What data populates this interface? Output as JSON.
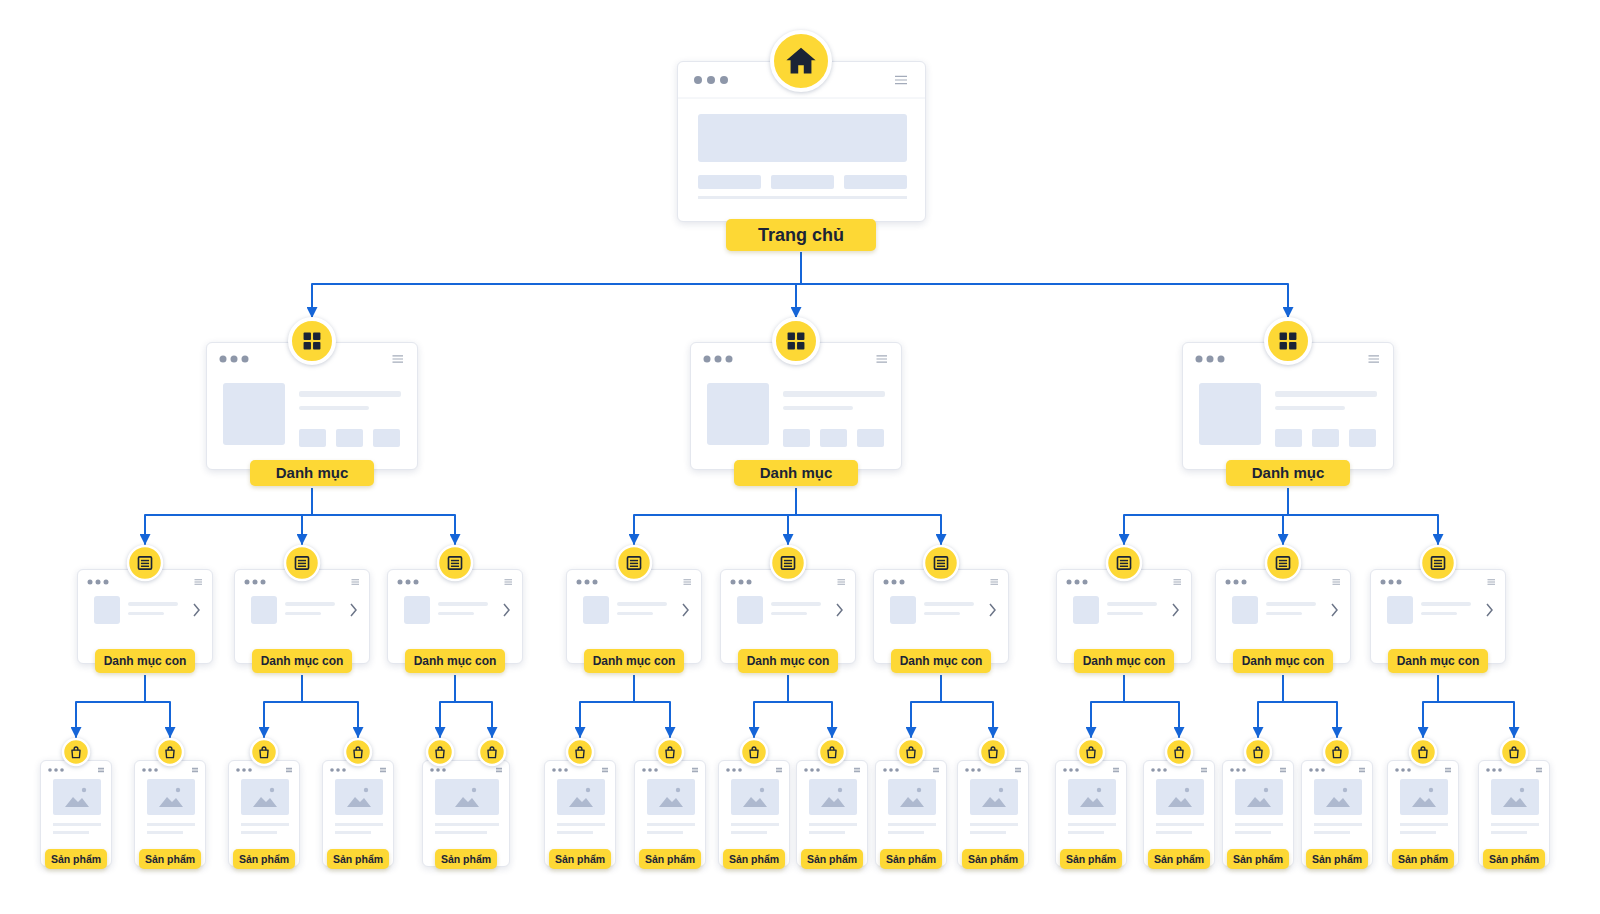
{
  "diagram": {
    "nodes": [
      {
        "text": [
          "Trang chủ"
        ]
      },
      {
        "text": [
          "Danh mục"
        ]
      },
      {
        "text": [
          "Danh mục"
        ]
      },
      {
        "text": [
          "Danh mục"
        ]
      },
      {
        "text": [
          "Danh mục con"
        ]
      },
      {
        "text": [
          "Danh mục con"
        ]
      },
      {
        "text": [
          "Danh mục con"
        ]
      },
      {
        "text": [
          "Danh mục con"
        ]
      },
      {
        "text": [
          "Danh mục con"
        ]
      },
      {
        "text": [
          "Danh mục con"
        ]
      },
      {
        "text": [
          "Danh mục con"
        ]
      },
      {
        "text": [
          "Danh mục con"
        ]
      },
      {
        "text": [
          "Danh mục con"
        ]
      },
      {
        "text": [
          "Sản phẩm"
        ]
      },
      {
        "text": [
          "Sản phẩm"
        ]
      },
      {
        "text": [
          "Sản phẩm"
        ]
      },
      {
        "text": [
          "Sản phẩm"
        ]
      },
      {
        "text": [
          "Sản phẩm"
        ]
      },
      {
        "text": [
          "Sản phẩm"
        ]
      },
      {
        "text": [
          "Sản phẩm"
        ]
      },
      {
        "text": [
          "Sản phẩm"
        ]
      },
      {
        "text": [
          "Sản phẩm"
        ]
      },
      {
        "text": [
          "Sản phẩm"
        ]
      },
      {
        "text": [
          "Sản phẩm"
        ]
      },
      {
        "text": [
          "Sản phẩm"
        ]
      },
      {
        "text": [
          "Sản phẩm"
        ]
      },
      {
        "text": [
          "Sản phẩm"
        ]
      },
      {
        "text": [
          "Sản phẩm"
        ]
      },
      {
        "text": [
          "Sản phẩm"
        ]
      },
      {
        "text": [
          "Sản phẩm"
        ]
      }
    ],
    "edges": [
      {
        "from": 0,
        "to": 1,
        "arrow": "to"
      },
      {
        "from": 0,
        "to": 2,
        "arrow": "to"
      },
      {
        "from": 0,
        "to": 3,
        "arrow": "to"
      },
      {
        "from": 1,
        "to": 4,
        "arrow": "to"
      },
      {
        "from": 1,
        "to": 5,
        "arrow": "to"
      },
      {
        "from": 1,
        "to": 6,
        "arrow": "to"
      },
      {
        "from": 2,
        "to": 7,
        "arrow": "to"
      },
      {
        "from": 2,
        "to": 8,
        "arrow": "to"
      },
      {
        "from": 2,
        "to": 9,
        "arrow": "to"
      },
      {
        "from": 3,
        "to": 10,
        "arrow": "to"
      },
      {
        "from": 3,
        "to": 11,
        "arrow": "to"
      },
      {
        "from": 3,
        "to": 12,
        "arrow": "to"
      },
      {
        "from": 4,
        "to": 13,
        "arrow": "to"
      },
      {
        "from": 4,
        "to": 14,
        "arrow": "to"
      },
      {
        "from": 5,
        "to": 15,
        "arrow": "to"
      },
      {
        "from": 5,
        "to": 16,
        "arrow": "to"
      },
      {
        "from": 6,
        "to": 17,
        "arrow": "to"
      },
      {
        "from": 6,
        "to": 17,
        "arrow": "to"
      },
      {
        "from": 7,
        "to": 18,
        "arrow": "to"
      },
      {
        "from": 7,
        "to": 19,
        "arrow": "to"
      },
      {
        "from": 8,
        "to": 20,
        "arrow": "to"
      },
      {
        "from": 8,
        "to": 21,
        "arrow": "to"
      },
      {
        "from": 9,
        "to": 22,
        "arrow": "to"
      },
      {
        "from": 9,
        "to": 23,
        "arrow": "to"
      },
      {
        "from": 10,
        "to": 24,
        "arrow": "to"
      },
      {
        "from": 10,
        "to": 25,
        "arrow": "to"
      },
      {
        "from": 11,
        "to": 26,
        "arrow": "to"
      },
      {
        "from": 11,
        "to": 27,
        "arrow": "to"
      },
      {
        "from": 12,
        "to": 28,
        "arrow": "to"
      },
      {
        "from": 12,
        "to": 29,
        "arrow": "to"
      }
    ]
  }
}
